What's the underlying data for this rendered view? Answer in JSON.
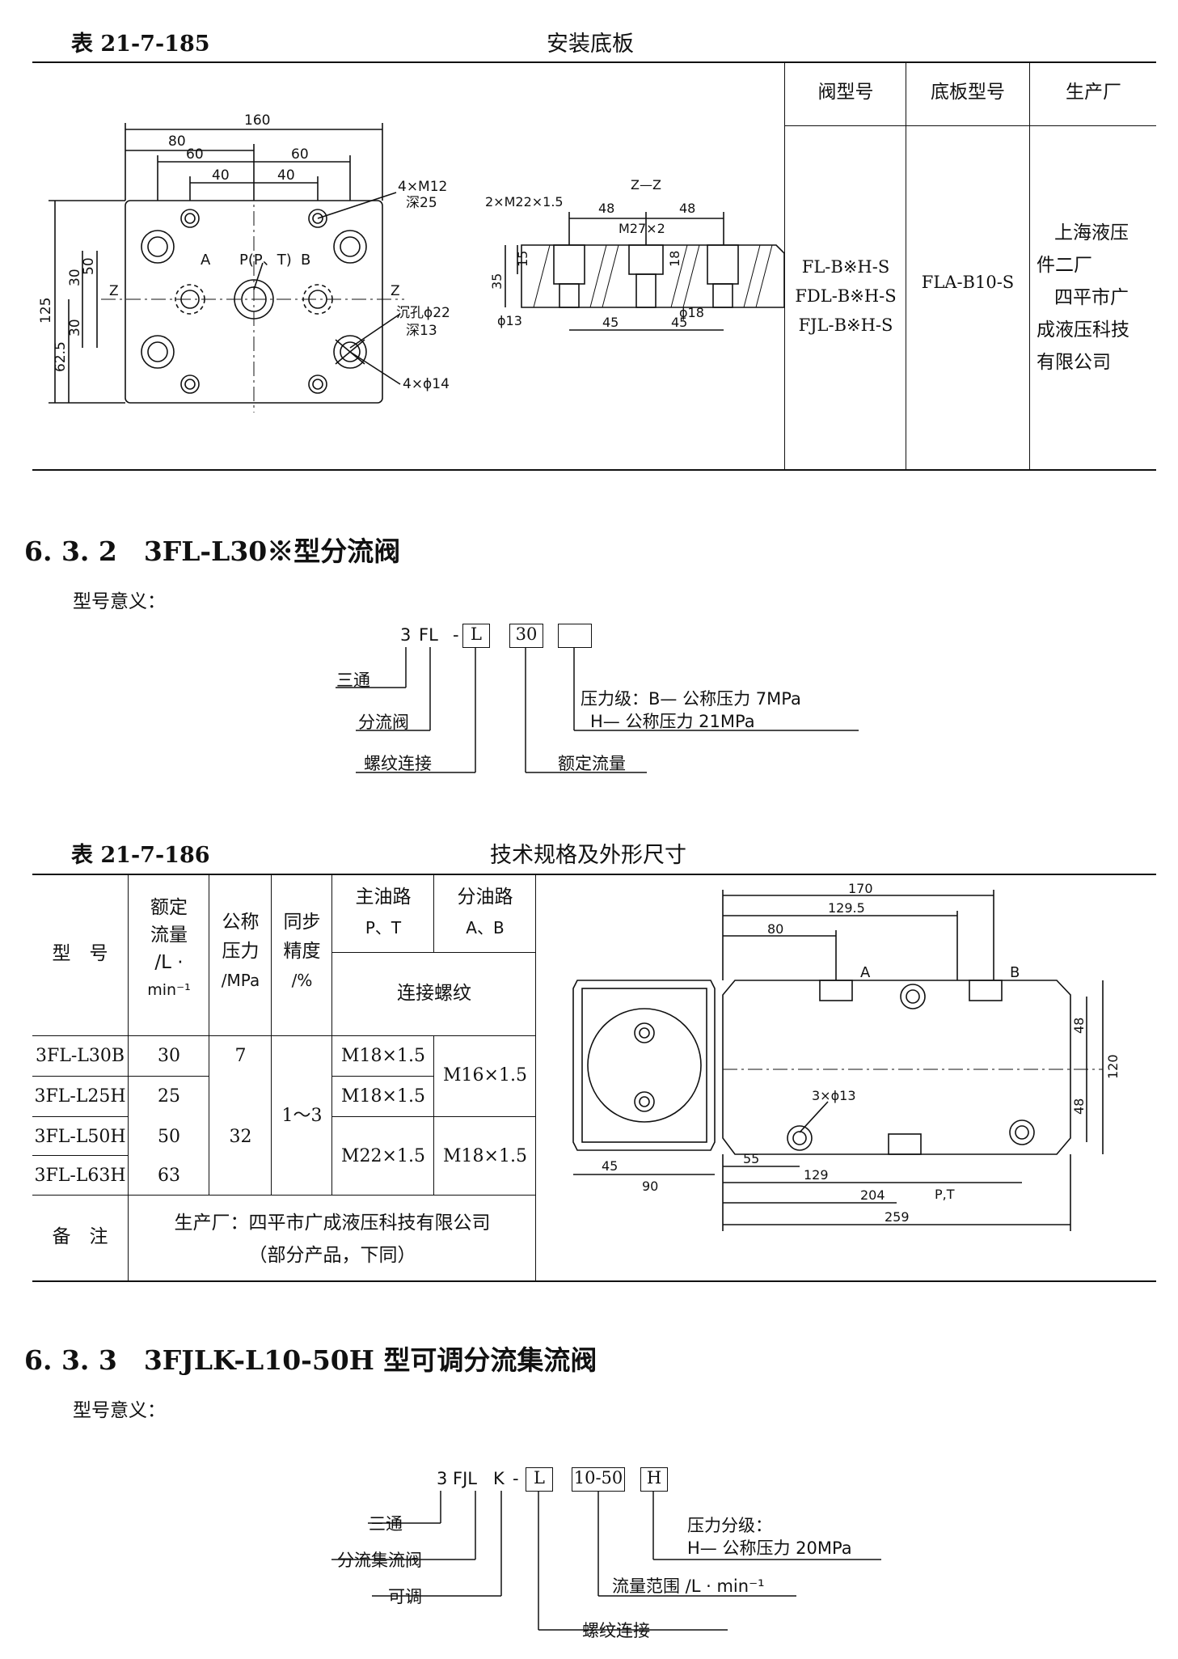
{
  "table185": {
    "number": "表 21-7-185",
    "title": "安装底板",
    "headers": [
      "阀型号",
      "底板型号",
      "生产厂"
    ],
    "valve_models": [
      "FL-B※H-S",
      "FDL-B※H-S",
      "FJL-B※H-S"
    ],
    "base_model": "FLA-B10-S",
    "manufacturer": [
      "上海液压",
      "件二厂",
      "四平市广",
      "成液压科技",
      "有限公司"
    ],
    "drawing": {
      "dims_top": [
        "160",
        "80",
        "60",
        "60",
        "40",
        "40"
      ],
      "dims_left": [
        "125",
        "62.5",
        "30",
        "30",
        "50"
      ],
      "port_labels": [
        "A",
        "P(P、T)",
        "B",
        "Z",
        "Z"
      ],
      "notes": [
        "4×M12",
        "深25",
        "沉孔ϕ22",
        "深13",
        "4×ϕ14"
      ],
      "section_title": "Z—Z",
      "section_dims": [
        "2×M22×1.5",
        "48",
        "48",
        "M27×2",
        "15",
        "18",
        "35",
        "ϕ13",
        "ϕ18",
        "45",
        "45"
      ]
    }
  },
  "section632": {
    "title": "6. 3. 2　3FL-L30※型分流阀",
    "model_meaning": "型号意义：",
    "code_parts": [
      "3",
      "FL",
      "-",
      "L",
      "30",
      ""
    ],
    "labels": [
      "三通",
      "分流阀",
      "螺纹连接",
      "额定流量",
      "压力级：B— 公称压力 7MPa",
      "H— 公称压力 21MPa"
    ]
  },
  "table186": {
    "number": "表 21-7-186",
    "title": "技术规格及外形尺寸",
    "headers": {
      "model": "型　号",
      "flow": [
        "额定",
        "流量",
        "/L ·",
        "min⁻¹"
      ],
      "pressure": [
        "公称",
        "压力",
        "/MPa"
      ],
      "sync": [
        "同步",
        "精度",
        "/%"
      ],
      "main_path": [
        "主油路",
        "P、T"
      ],
      "branch_path": [
        "分油路",
        "A、B"
      ],
      "thread": "连接螺纹"
    },
    "rows": [
      {
        "model": "3FL-L30B",
        "flow": "30",
        "pressure": "7",
        "main": "M18×1.5"
      },
      {
        "model": "3FL-L25H",
        "flow": "25",
        "main": "M18×1.5"
      },
      {
        "model": "3FL-L50H",
        "flow": "50"
      },
      {
        "model": "3FL-L63H",
        "flow": "63"
      }
    ],
    "pressure_merged": "32",
    "sync_merged": "1～3",
    "main_merged": "M22×1.5",
    "branch_top": "M16×1.5",
    "branch_bottom": "M18×1.5",
    "remark_label": "备　注",
    "remark_text": [
      "生产厂：四平市广成液压科技有限公司",
      "（部分产品，下同）"
    ],
    "drawing": {
      "dims": [
        "170",
        "129.5",
        "80",
        "A",
        "B",
        "48",
        "120",
        "48",
        "3×ϕ13",
        "45",
        "90",
        "55",
        "129",
        "P,T",
        "204",
        "259"
      ]
    }
  },
  "section633": {
    "title": "6. 3. 3　3FJLK-L10-50H 型可调分流集流阀",
    "model_meaning": "型号意义：",
    "code_parts": [
      "3",
      "FJL",
      "K",
      "-",
      "L",
      "10-50",
      "H"
    ],
    "labels": [
      "三通",
      "分流集流阀",
      "可调",
      "螺纹连接",
      "流量范围 /L · min⁻¹",
      "压力分级：",
      "H— 公称压力 20MPa"
    ]
  }
}
